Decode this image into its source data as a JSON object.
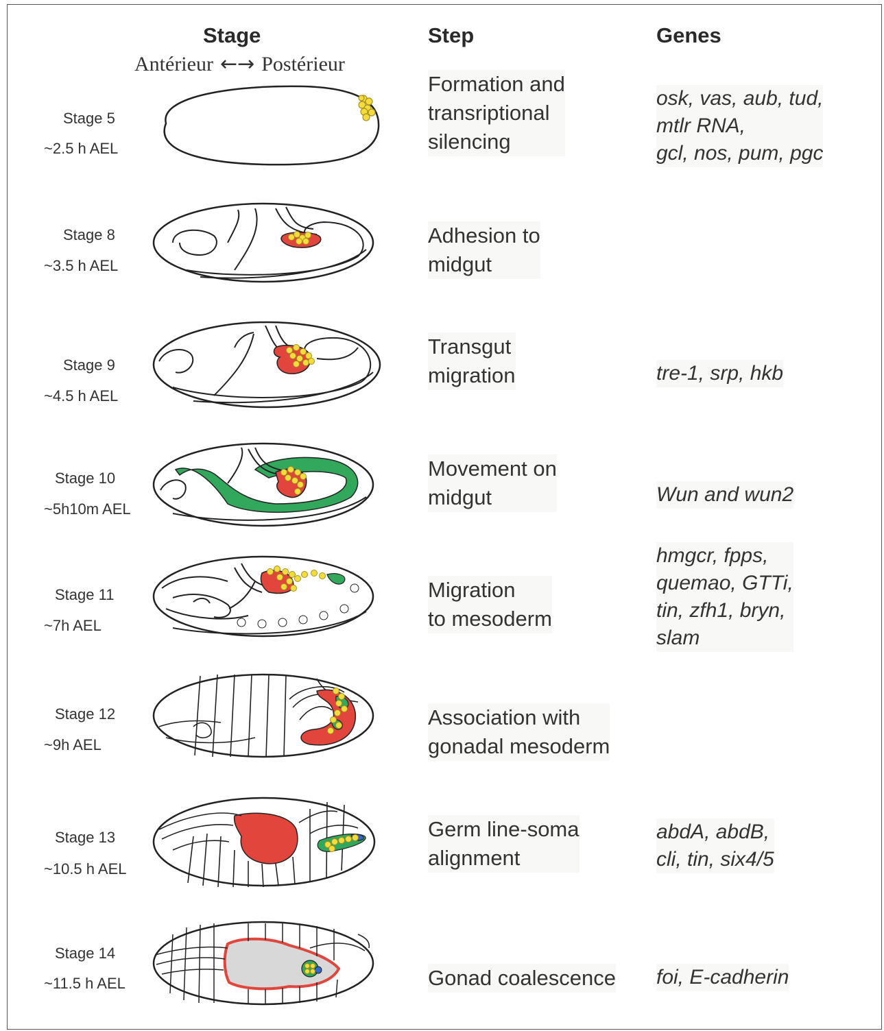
{
  "headers": {
    "stage": "Stage",
    "step": "Step",
    "genes": "Genes"
  },
  "axis": {
    "anterior": "Antérieur",
    "arrow": "←→",
    "posterior": "Postérieur"
  },
  "colors": {
    "cell_yellow": "#f3dc3c",
    "tissue_red": "#e2453c",
    "tissue_green": "#31a85c",
    "tissue_blue": "#3468c8",
    "tissue_gray": "#d8d8d8"
  },
  "stages": [
    {
      "name": "Stage 5",
      "time": "~2.5 h AEL",
      "step": [
        "Formation and",
        "transriptional",
        "silencing"
      ],
      "genes": [
        "osk, vas, aub, tud,",
        "mtlr RNA,",
        "gcl, nos, pum, pgc"
      ]
    },
    {
      "name": "Stage 8",
      "time": "~3.5 h AEL",
      "step": [
        "Adhesion to",
        "midgut"
      ],
      "genes": []
    },
    {
      "name": "Stage 9",
      "time": "~4.5 h AEL",
      "step": [
        "Transgut",
        "migration"
      ],
      "genes": [
        "tre-1, srp, hkb"
      ]
    },
    {
      "name": "Stage 10",
      "time": "~5h10m AEL",
      "step": [
        "Movement on",
        "midgut"
      ],
      "genes": [
        "Wun and wun2"
      ]
    },
    {
      "name": "Stage 11",
      "time": "~7h AEL",
      "step": [
        "Migration",
        "to mesoderm"
      ],
      "genes": [
        "hmgcr, fpps,",
        "quemao, GTTi,",
        "tin, zfh1, bryn,",
        "slam"
      ]
    },
    {
      "name": "Stage 12",
      "time": "~9h AEL",
      "step": [
        "Association with",
        "gonadal mesoderm"
      ],
      "genes": []
    },
    {
      "name": "Stage 13",
      "time": "~10.5 h AEL",
      "step": [
        "Germ line-soma",
        "alignment"
      ],
      "genes": [
        "abdA, abdB,",
        "cli, tin, six4/5"
      ]
    },
    {
      "name": "Stage 14",
      "time": "~11.5 h AEL",
      "step": [
        "Gonad coalescence"
      ],
      "genes": [
        "foi, E-cadherin"
      ]
    }
  ]
}
